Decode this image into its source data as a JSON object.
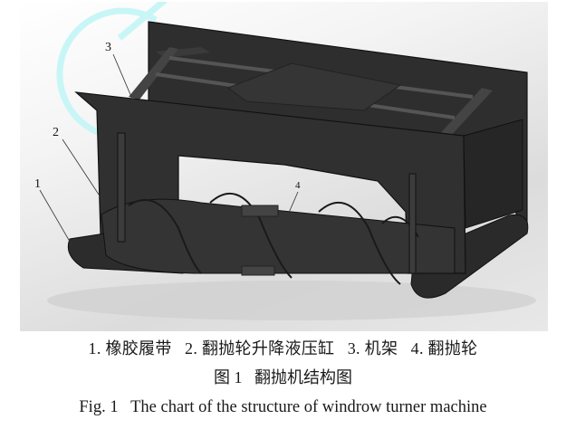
{
  "figure": {
    "callouts": [
      {
        "id": "1",
        "label": "1"
      },
      {
        "id": "2",
        "label": "2"
      },
      {
        "id": "3",
        "label": "3"
      },
      {
        "id": "4",
        "label": "4"
      }
    ],
    "legend": "1. 橡胶履带   2. 翻抛轮升降液压缸   3. 机架   4. 翻抛轮",
    "legend_items": [
      {
        "number": "1",
        "name": "橡胶履带"
      },
      {
        "number": "2",
        "name": "翻抛轮升降液压缸"
      },
      {
        "number": "3",
        "name": "机架"
      },
      {
        "number": "4",
        "name": "翻抛轮"
      }
    ],
    "caption_cn": "图 1   翻抛机结构图",
    "caption_en": "Fig. 1   The chart of the structure of windrow turner machine"
  },
  "colors": {
    "machine_dark": "#2f2f2f",
    "machine_mid": "#3a3a3a",
    "background_light": "#f2f2f2",
    "watermark": "#bff3f3"
  }
}
